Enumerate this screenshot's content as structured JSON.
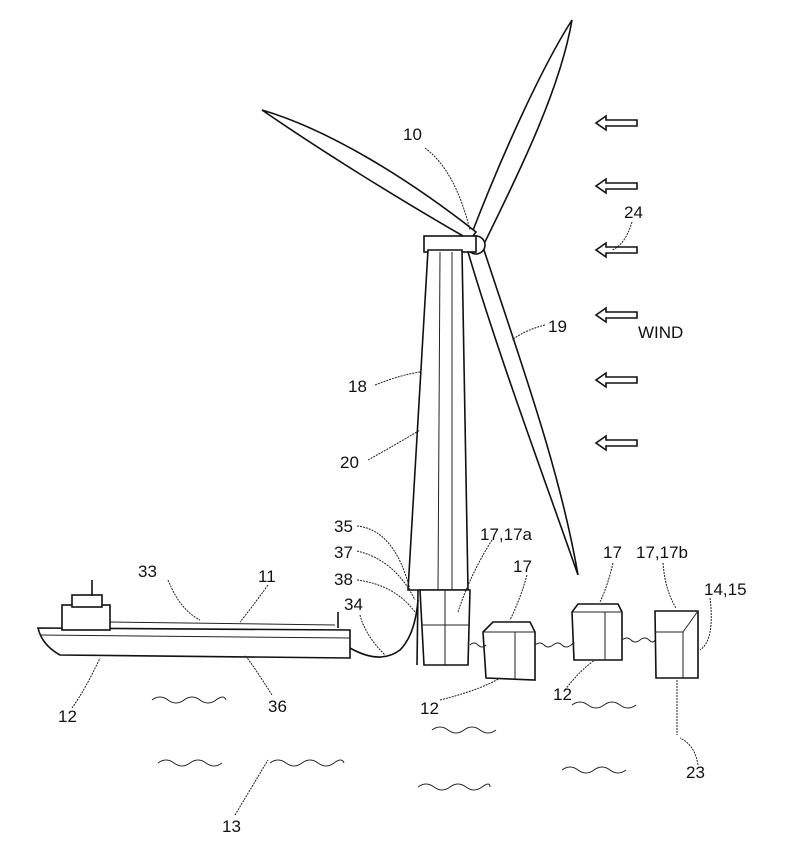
{
  "figure": {
    "labels": {
      "turbine": "10",
      "wind_arrows": "24",
      "blade": "19",
      "wind": "WIND",
      "tower": "18",
      "tower_section": "20",
      "l35": "35",
      "l37": "37",
      "l38": "38",
      "module_a": "17,17a",
      "module_1": "17",
      "module_2": "17",
      "module_b": "17,17b",
      "l14_15": "14,15",
      "deck": "33",
      "vessel": "11",
      "cable": "34",
      "buoyancy_ship": "12",
      "hull": "36",
      "buoyancy_1": "12",
      "buoyancy_2": "12",
      "axis": "23",
      "sea": "13"
    }
  }
}
